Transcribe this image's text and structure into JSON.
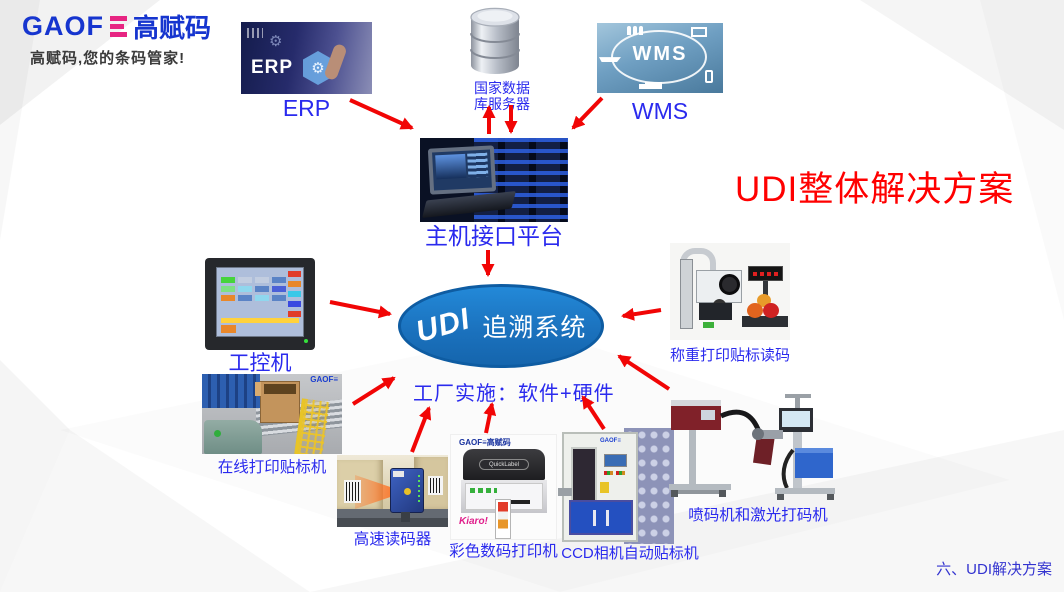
{
  "slide": {
    "title": "UDI整体解决方案",
    "footer": "六、UDI解决方案"
  },
  "logo": {
    "brand": "GAOF",
    "brand_cn": "高赋码",
    "tagline": "高赋码,您的条码管家!"
  },
  "nodes": {
    "erp": {
      "label": "ERP",
      "overlay_text": "ERP"
    },
    "database": {
      "label_line1": "国家数据",
      "label_line2": "库服务器"
    },
    "wms": {
      "label": "WMS",
      "overlay_text": "WMS"
    },
    "host": {
      "label": "主机接口平台"
    },
    "udi_system": {
      "badge": "UDI",
      "label": "追溯系统"
    },
    "ipc": {
      "label": "工控机"
    },
    "weigh_labeler": {
      "label": "称重打印贴标读码"
    },
    "factory_note": {
      "label": "工厂实施：软件+硬件"
    },
    "online_labeler": {
      "label": "在线打印贴标机",
      "watermark": "GAOF≡"
    },
    "scanner": {
      "label": "高速读码器"
    },
    "color_printer": {
      "label": "彩色数码打印机",
      "watermark": "GAOF≡高赋码",
      "badge": "QuickLabel",
      "brand": "Kiaro!"
    },
    "ccd_labeler": {
      "label": "CCD相机自动贴标机",
      "watermark": "GAOF≡"
    },
    "coder_machines": {
      "label": "喷码机和激光打码机"
    }
  },
  "connections": [
    {
      "from": "erp",
      "to": "host"
    },
    {
      "from": "database",
      "to": "host",
      "bidirectional": true
    },
    {
      "from": "wms",
      "to": "host"
    },
    {
      "from": "host",
      "to": "udi_system"
    },
    {
      "from": "ipc",
      "to": "udi_system"
    },
    {
      "from": "weigh_labeler",
      "to": "udi_system"
    },
    {
      "from": "coder_machines",
      "to": "udi_system"
    },
    {
      "from": "online_labeler",
      "to": "factory_note"
    },
    {
      "from": "scanner",
      "to": "factory_note"
    },
    {
      "from": "color_printer",
      "to": "factory_note"
    },
    {
      "from": "ccd_labeler",
      "to": "factory_note"
    }
  ],
  "colors": {
    "title_red": "#ff0000",
    "arrow_red": "#f10505",
    "label_blue": "#2a2aee",
    "footer_blue": "#3434d0",
    "ellipse_fill": "#1b72be",
    "ellipse_border": "#0e5ca2",
    "logo_blue": "#1635cf",
    "logo_pink": "#e72582"
  }
}
